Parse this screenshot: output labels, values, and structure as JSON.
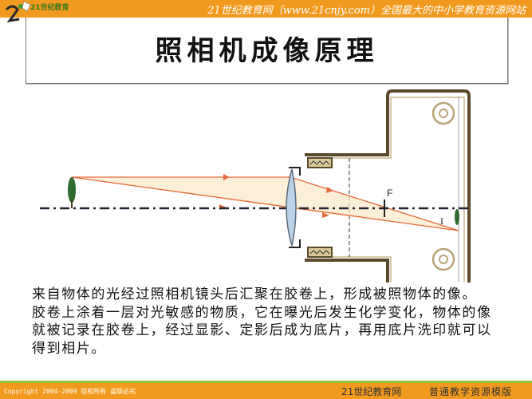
{
  "header": {
    "logo_text": "21世纪教育",
    "slogan": "21世纪教育网（www.21cnjy.com）全国最大的中小学教育资源网站",
    "brand_color": "#F29A1F"
  },
  "slide": {
    "title": "照相机成像原理",
    "diagram": {
      "focus_label": "F",
      "image_label": "I"
    },
    "body_lines": [
      "来自物体的光经过照相机镜头后汇聚在胶卷上，形成被照物体的像。",
      "胶卷上涂着一层对光敏感的物质，它在曝光后发生化学变化，物体的像",
      "就被记录在胶卷上，经过显影、定影后成为底片，再用底片洗印就可以",
      "得到相片。"
    ]
  },
  "footer": {
    "copyright": "Copyright 2004-2009 版权所有 盗版必究",
    "brand": "21世纪教育网",
    "template": "普通教学资源模版",
    "accent_line_color": "#8CC63F"
  }
}
